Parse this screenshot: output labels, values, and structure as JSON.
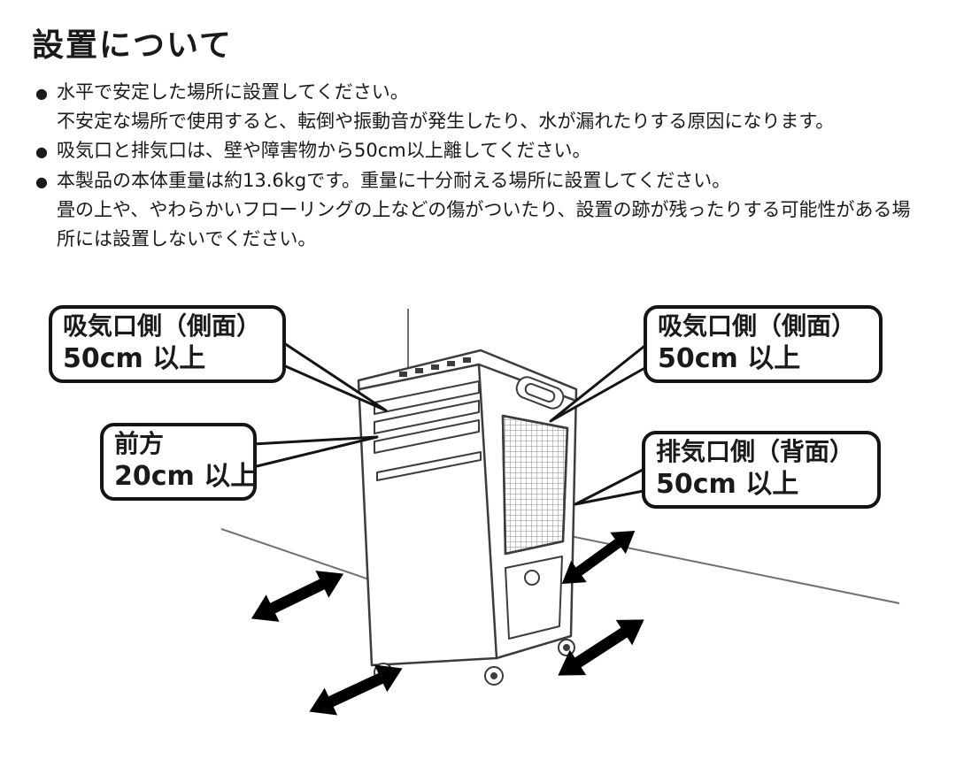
{
  "bullet_char": "●",
  "title": "設置について",
  "instructions": [
    {
      "main": "水平で安定した場所に設置してください。",
      "sub": "不安定な場所で使用すると、転倒や振動音が発生したり、水が漏れたりする原因になります。"
    },
    {
      "main": "吸気口と排気口は、壁や障害物から50cm以上離してください。",
      "sub": ""
    },
    {
      "main": "本製品の本体重量は約13.6kgです。重量に十分耐える場所に設置してください。",
      "sub": "畳の上や、やわらかいフローリングの上などの傷がついたり、設置の跡が残ったりする可能性がある場所には設置しないでください。"
    }
  ],
  "diagram": {
    "unit": "portable-air-conditioner-illustration",
    "callouts": {
      "intake_left": {
        "label": "吸気口側（側面）",
        "clearance": "50cm 以上"
      },
      "intake_right": {
        "label": "吸気口側（側面）",
        "clearance": "50cm 以上"
      },
      "front": {
        "label": "前方",
        "clearance": "20cm 以上"
      },
      "exhaust_rear": {
        "label": "排気口側（背面）",
        "clearance": "50cm 以上"
      }
    }
  },
  "colors": {
    "background": "#ffffff",
    "text": "#1a1a1a",
    "outline": "#3c3c3c",
    "callout_border": "#141414",
    "arrow": "#000000"
  }
}
